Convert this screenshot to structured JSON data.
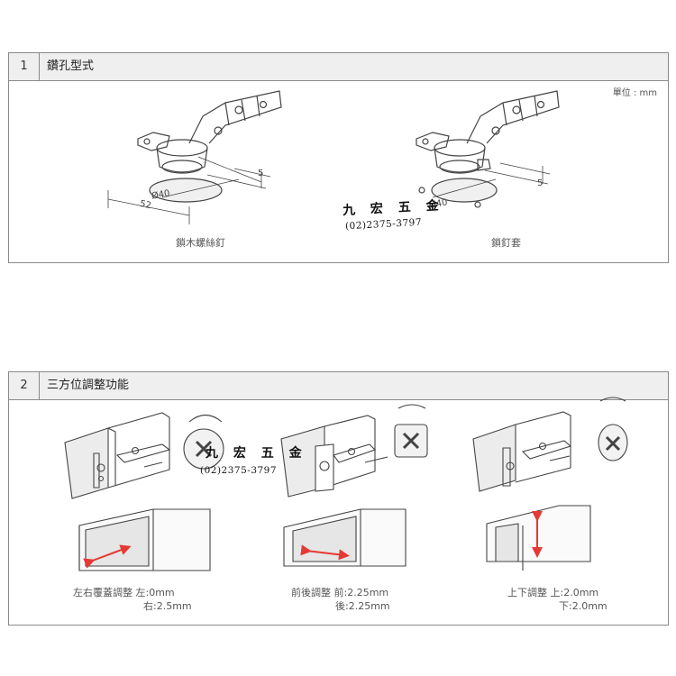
{
  "section1": {
    "number": "1",
    "title": "鑽孔型式",
    "unit_label": "單位 : mm",
    "left_caption": "鎖木螺絲釘",
    "right_caption": "鎖釘套",
    "dims": {
      "d40": "Ø40",
      "d52": "52",
      "d5": "5"
    }
  },
  "section2": {
    "number": "2",
    "title": "三方位調整功能",
    "items": [
      {
        "label": "左右覆蓋調整",
        "line1": "左:0mm",
        "line2": "右:2.5mm"
      },
      {
        "label": "前後調整",
        "line1": "前:2.25mm",
        "line2": "後:2.25mm"
      },
      {
        "label": "上下調整",
        "line1": "上:2.0mm",
        "line2": "下:2.0mm"
      }
    ]
  },
  "watermark": {
    "title": "九 宏 五 金",
    "phone": "(02)2375-3797"
  },
  "colors": {
    "arrow_red": "#e53935",
    "line": "#444444",
    "panel_header_bg": "#efefef"
  }
}
